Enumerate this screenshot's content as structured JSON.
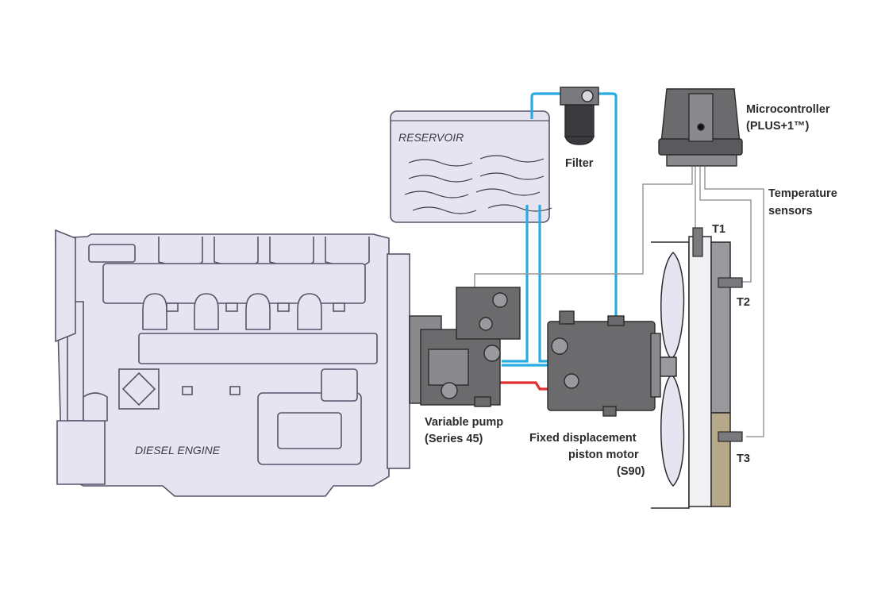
{
  "labels": {
    "reservoir": "RESERVOIR",
    "filter": "Filter",
    "microcontroller_line1": "Microcontroller",
    "microcontroller_line2": "(PLUS+1™)",
    "temperature_line1": "Temperature",
    "temperature_line2": "sensors",
    "t1": "T1",
    "t2": "T2",
    "t3": "T3",
    "pump_line1": "Variable pump",
    "pump_line2": "(Series 45)",
    "motor_line1": "Fixed displacement",
    "motor_line2": "piston motor",
    "motor_line3": "(S90)",
    "engine": "DIESEL ENGINE"
  },
  "colors": {
    "hydraulic_line": "#29abe2",
    "pressure_line": "#e03030",
    "engine_fill": "#e6e4f0",
    "machine_fill": "#6b6b6e",
    "radiator_bottom": "#b5a98a"
  }
}
